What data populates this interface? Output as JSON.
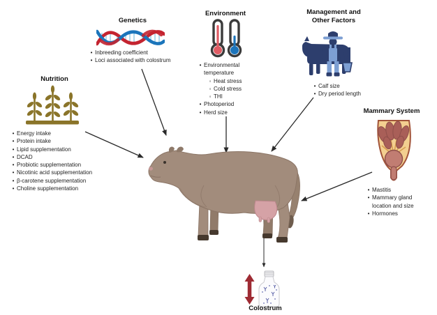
{
  "figure": {
    "subject": "cow",
    "output_label": "Colostrum"
  },
  "sections": {
    "nutrition": {
      "title": "Nutrition",
      "icon": "wheat-plants-icon",
      "items": [
        "Energy intake",
        "Protein intake",
        "Lipid supplementation",
        "DCAD",
        "Probiotic supplementation",
        "Nicotinic acid supplementation",
        "β-carotene supplementation",
        "Choline supplementation"
      ]
    },
    "genetics": {
      "title": "Genetics",
      "icon": "dna-icon",
      "items": [
        "Inbreeding coefficient",
        "Loci associated with colostrum"
      ]
    },
    "environment": {
      "title": "Environment",
      "icon": "thermometers-icon",
      "items": [
        {
          "t": "Environmental temperature"
        },
        {
          "t": "Heat stress",
          "sub": true
        },
        {
          "t": "Cold stress",
          "sub": true
        },
        {
          "t": "THI",
          "sub": true
        },
        {
          "t": "Photoperiod"
        },
        {
          "t": "Herd size"
        }
      ]
    },
    "management": {
      "title": "Management and Other Factors",
      "icon": "farmer-with-cow-icon",
      "items": [
        "Calf size",
        "Dry period length"
      ]
    },
    "mammary": {
      "title": "Mammary System",
      "icon": "mammary-gland-icon",
      "items": [
        "Mastitis",
        "Mammary gland location and size",
        "Hormones"
      ]
    }
  },
  "colors": {
    "plant_olive": "#8a7429",
    "dna_red": "#c42430",
    "dna_blue": "#1b75bb",
    "dna_rung_blue": "#9fd0e8",
    "thermometer_outline": "#3b3b3b",
    "thermometer_red": "#e05c64",
    "thermometer_blue": "#1d75bb",
    "management_navy": "#2d3e6d",
    "management_light_blue": "#7d9fd3",
    "cow_body": "#a28c7c",
    "udder_pink": "#d5a2a6",
    "mammary_tan": "#f3cf90",
    "mammary_lobe": "#a95f58",
    "red_double_arrow": "#9e2b33",
    "arrow_black": "#2a2a2a",
    "text": "#232323"
  }
}
